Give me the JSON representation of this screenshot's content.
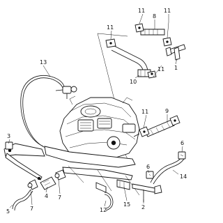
{
  "diagram": {
    "callouts": {
      "c1": "1",
      "c2": "2",
      "c3": "3",
      "c4": "4",
      "c5": "5",
      "c6a": "6",
      "c6b": "6",
      "c7a": "7",
      "c7b": "7",
      "c8": "8",
      "c9": "9",
      "c10": "10",
      "c11a": "11",
      "c11b": "11",
      "c11c": "11",
      "c11d": "11",
      "c11e": "11",
      "c12": "12",
      "c13": "13",
      "c14": "14",
      "c15": "15"
    }
  }
}
